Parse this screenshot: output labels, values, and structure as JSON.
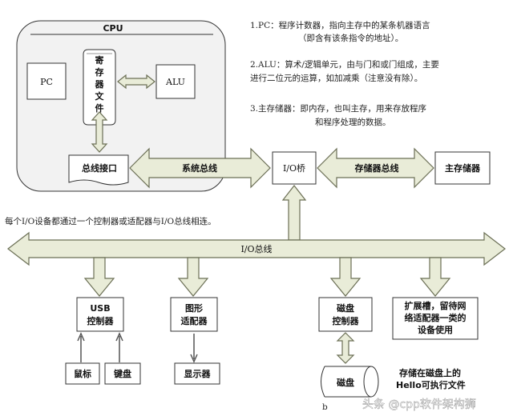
{
  "cpu": {
    "title": "CPU",
    "pc": "PC",
    "register": [
      "寄",
      "存",
      "器",
      "文",
      "件"
    ],
    "alu": "ALU",
    "bus_interface": "总线接口"
  },
  "bridge": {
    "io_bridge": "I/O桥",
    "system_bus": "系统总线",
    "memory_bus": "存储器总线",
    "main_memory": "主存储器",
    "io_bus": "I/O总线"
  },
  "notes": {
    "pc_line1": "1.PC：程序计数器，指向主存中的某条机器语言",
    "pc_line2": "（即含有该条指令的地址）。",
    "alu_line1": "2.ALU：算术/逻辑单元，由与门和或门组成，主要",
    "alu_line2": "进行二位元的运算，如加减乘（注意没有除）。",
    "mem_line1": "3.主存储器：即内存，也叫主存，用来存放程序",
    "mem_line2": "和程序处理的数据。",
    "io_note": "每个I/O设备都通过一个控制器或适配器与I/O总线相连。"
  },
  "devices": {
    "usb_line1": "USB",
    "usb_line2": "控制器",
    "mouse": "鼠标",
    "keyboard": "键盘",
    "graphics_line1": "图形",
    "graphics_line2": "适配器",
    "display": "显示器",
    "disk_ctrl_line1": "磁盘",
    "disk_ctrl_line2": "控制器",
    "disk": "磁盘",
    "slot_line1": "扩展槽，留待网",
    "slot_line2": "络适配器一类的",
    "slot_line3": "设备使用",
    "hello_line1": "存储在磁盘上的",
    "hello_line2": "Hello可执行文件"
  },
  "watermark": {
    "text": "头条 @cpp软件架构狮",
    "partial": "b"
  }
}
